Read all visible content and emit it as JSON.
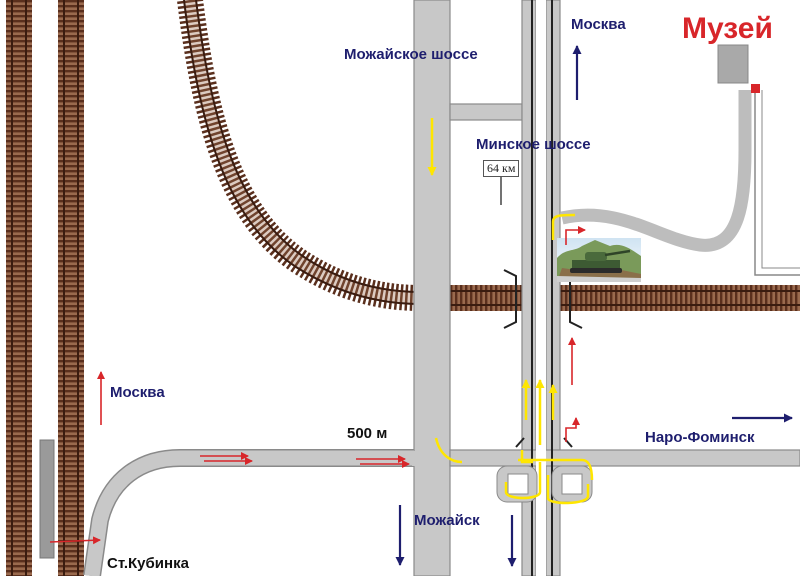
{
  "labels": {
    "museum": "Музей",
    "moscow_top": "Москва",
    "mozhaysk_highway": "Можайское шоссе",
    "minsk_highway": "Минское шоссе",
    "km_sign": "64 км",
    "moscow_left": "Москва",
    "distance": "500 м",
    "naro_fominsk": "Наро-Фоминск",
    "mozhaysk": "Можайск",
    "kubinka_station": "Ст.Кубинка"
  },
  "icons": {
    "tank_monument": "tank-icon",
    "museum_marker": "museum-marker-icon"
  },
  "colors": {
    "road": "#c8c8c8",
    "road_outline": "#8a8a8a",
    "rail_ties": "#6b3b26",
    "route_yellow": "#ffe600",
    "arrow_red": "#d8262a",
    "arrow_navy": "#1e1e6e",
    "museum_text": "#d8262a",
    "label_text": "#1e1e6e"
  }
}
